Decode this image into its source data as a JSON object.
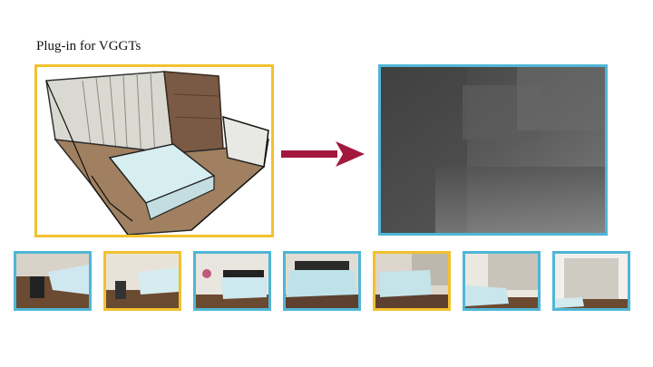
{
  "header": {
    "title": "Plug-in for VGGTs"
  },
  "colors": {
    "highlight_border": "#f2c12e",
    "frame_border": "#4fb6d6",
    "arrow": "#a3173f"
  },
  "frames": [
    {
      "border": "blue"
    },
    {
      "border": "yellow"
    },
    {
      "border": "blue"
    },
    {
      "border": "blue"
    },
    {
      "border": "yellow"
    },
    {
      "border": "blue"
    },
    {
      "border": "blue"
    }
  ]
}
